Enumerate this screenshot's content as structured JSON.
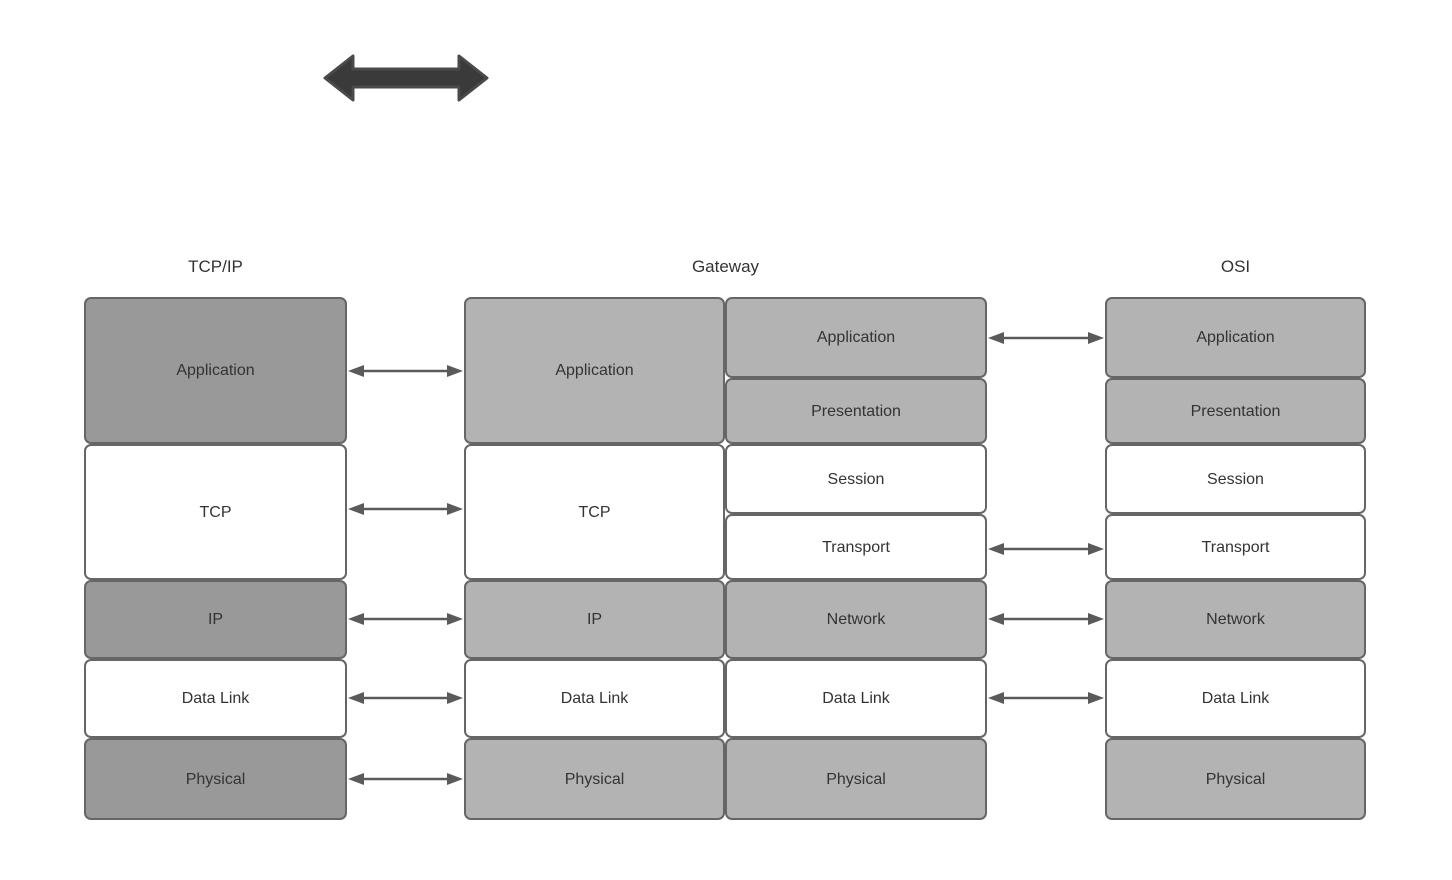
{
  "diagram": {
    "title_tcpip": "TCP/IP",
    "title_gateway": "Gateway",
    "title_osi": "OSI"
  },
  "colors": {
    "stroke": "#666666",
    "fill_white": "#ffffff",
    "fill_gray_dark": "#999999",
    "fill_gray_light": "#b3b3b3",
    "arrow_big": "#3a3a3a",
    "text": "#333333"
  },
  "columns": {
    "tcpip": {
      "label": "TCP/IP",
      "layers": [
        {
          "label": "Application",
          "fill": "gray-dark"
        },
        {
          "label": "TCP",
          "fill": "white"
        },
        {
          "label": "IP",
          "fill": "gray-dark"
        },
        {
          "label": "Data Link",
          "fill": "white"
        },
        {
          "label": "Physical",
          "fill": "gray-dark"
        }
      ]
    },
    "gateway": {
      "label": "Gateway",
      "left_layers": [
        {
          "label": "Application",
          "fill": "gray-light"
        },
        {
          "label": "TCP",
          "fill": "white"
        },
        {
          "label": "IP",
          "fill": "gray-light"
        },
        {
          "label": "Data Link",
          "fill": "white"
        },
        {
          "label": "Physical",
          "fill": "gray-light"
        }
      ],
      "right_layers": [
        {
          "label": "Application",
          "fill": "gray-light"
        },
        {
          "label": "Presentation",
          "fill": "gray-light"
        },
        {
          "label": "Session",
          "fill": "white"
        },
        {
          "label": "Transport",
          "fill": "white"
        },
        {
          "label": "Network",
          "fill": "gray-light"
        },
        {
          "label": "Data Link",
          "fill": "white"
        },
        {
          "label": "Physical",
          "fill": "gray-light"
        }
      ]
    },
    "osi": {
      "label": "OSI",
      "layers": [
        {
          "label": "Application",
          "fill": "gray-light"
        },
        {
          "label": "Presentation",
          "fill": "gray-light"
        },
        {
          "label": "Session",
          "fill": "white"
        },
        {
          "label": "Transport",
          "fill": "white"
        },
        {
          "label": "Network",
          "fill": "gray-light"
        },
        {
          "label": "Data Link",
          "fill": "white"
        },
        {
          "label": "Physical",
          "fill": "gray-light"
        }
      ]
    }
  },
  "connectors": {
    "tcpip_to_gateway": [
      {
        "from": "Application",
        "to": "Application"
      },
      {
        "from": "TCP",
        "to": "TCP"
      },
      {
        "from": "IP",
        "to": "IP"
      },
      {
        "from": "Data Link",
        "to": "Data Link"
      },
      {
        "from": "Physical",
        "to": "Physical"
      }
    ],
    "gateway_to_osi": [
      {
        "from": "Application",
        "to": "Application"
      },
      {
        "from": "Transport",
        "to": "Transport"
      },
      {
        "from": "Network",
        "to": "Network"
      },
      {
        "from": "Data Link",
        "to": "Data Link"
      }
    ]
  },
  "standalone_arrow": {
    "name": "bidirectional-arrow",
    "direction": "both"
  }
}
